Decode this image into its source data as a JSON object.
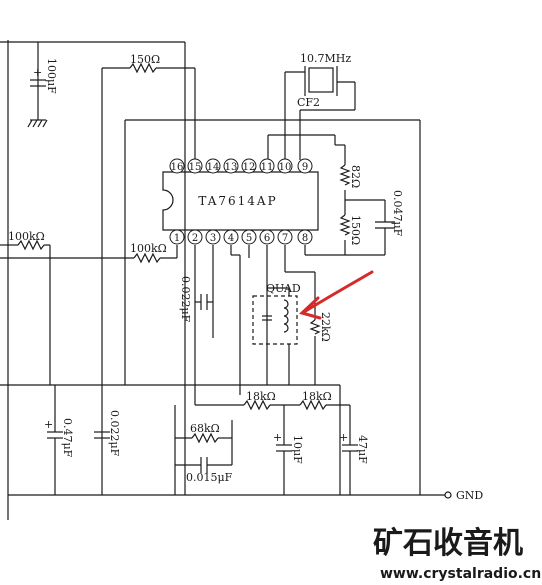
{
  "ic": {
    "name": "TA7614AP",
    "pins_top": [
      "16",
      "15",
      "14",
      "13",
      "12",
      "11",
      "10",
      "9"
    ],
    "pins_bottom": [
      "1",
      "2",
      "3",
      "4",
      "5",
      "6",
      "7",
      "8"
    ]
  },
  "labels": {
    "res_150_top": "150Ω",
    "xtal": "10.7MHz",
    "cf2": "CF2",
    "res_82": "82Ω",
    "res_150_side": "150Ω",
    "cap_047_right": "0.047μF",
    "cap_100": "100μF",
    "res_100k_left": "100kΩ",
    "res_100k_mid": "100kΩ",
    "cap_0022_mid": "0.022μF",
    "quad": "QUAD",
    "res_22k": "22kΩ",
    "res_18k_a": "18kΩ",
    "res_18k_b": "18kΩ",
    "res_68k": "68kΩ",
    "cap_0015": "0.015μF",
    "cap_047_left": "0.47μF",
    "cap_0022_left": "0.022μF",
    "cap_10": "10μF",
    "cap_47": "47μF",
    "gnd": "GND"
  },
  "watermark": {
    "title": "矿石收音机",
    "url": "www.crystalradio.cn"
  },
  "colors": {
    "ink": "#1a1a1a",
    "arrow": "#d42a2a",
    "watermark_blue": "#1e63b5",
    "watermark_orange": "#f08a1c"
  }
}
